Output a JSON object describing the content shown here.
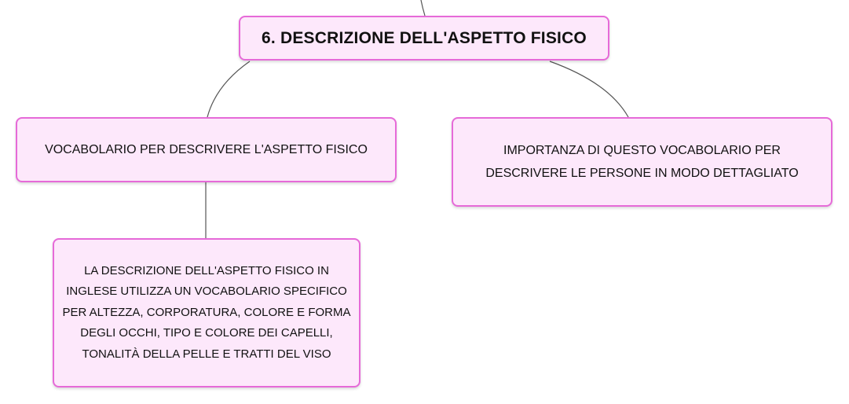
{
  "diagram": {
    "root": {
      "label": "6. DESCRIZIONE DELL'ASPETTO FISICO"
    },
    "vocabulary_node": {
      "label": "VOCABOLARIO PER DESCRIVERE L'ASPETTO FISICO"
    },
    "importance_node": {
      "label": "IMPORTANZA DI QUESTO VOCABOLARIO PER DESCRIVERE LE PERSONE IN MODO DETTAGLIATO"
    },
    "description_node": {
      "label": "LA DESCRIZIONE DELL'ASPETTO FISICO IN INGLESE UTILIZZA UN VOCABOLARIO SPECIFICO PER ALTEZZA, CORPORATURA, COLORE E FORMA DEGLI OCCHI, TIPO E COLORE DEI CAPELLI, TONALITÀ DELLA PELLE E TRATTI DEL VISO"
    },
    "colors": {
      "node_fill": "#fde8fb",
      "node_border": "#e66ad8",
      "connector": "#555555"
    }
  }
}
